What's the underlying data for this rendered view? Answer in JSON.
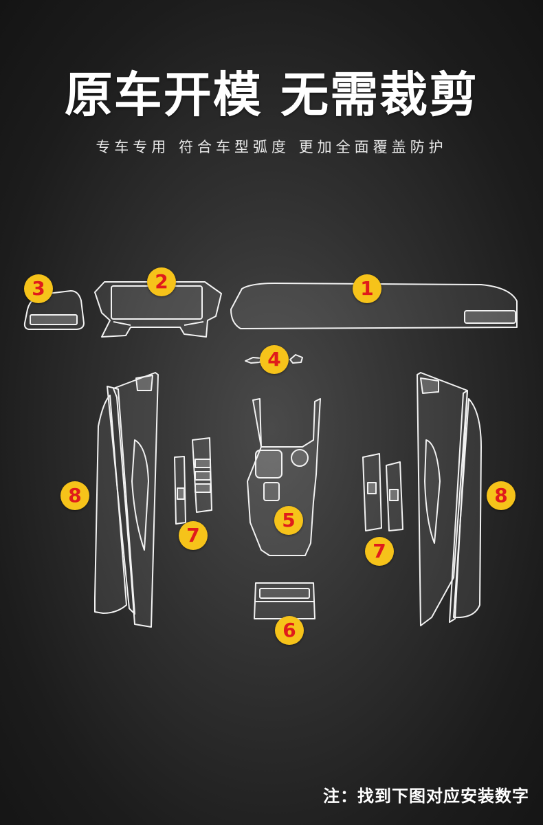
{
  "header": {
    "title": "原车开模 无需裁剪",
    "subtitle": "专车专用 符合车型弧度 更加全面覆盖防护"
  },
  "badges": {
    "b1": "1",
    "b2": "2",
    "b3": "3",
    "b4": "4",
    "b5": "5",
    "b6": "6",
    "b7a": "7",
    "b7b": "7",
    "b8a": "8",
    "b8b": "8"
  },
  "footer": {
    "note": "注：找到下图对应安装数字"
  },
  "colors": {
    "badge_fill": "#f6c31a",
    "badge_text": "#e01b1b",
    "film_outline": "#f2f2f2"
  }
}
